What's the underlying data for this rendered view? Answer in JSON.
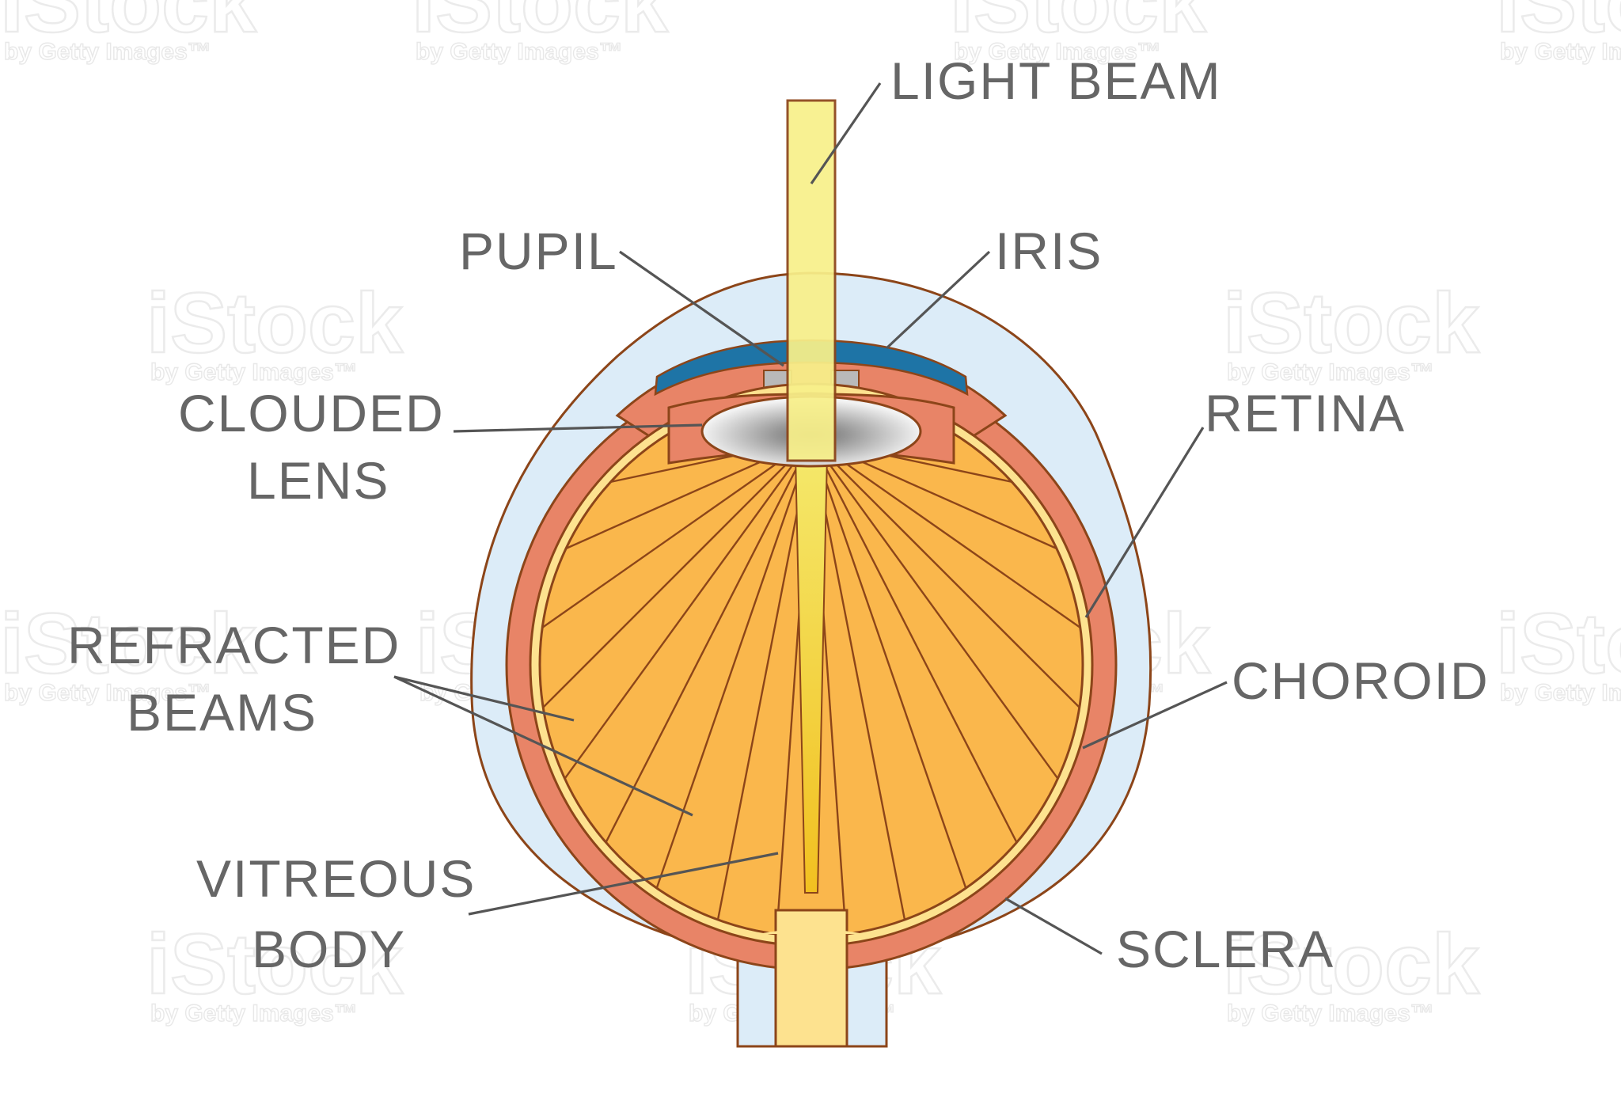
{
  "labels": {
    "light_beam": "LIGHT BEAM",
    "pupil": "PUPIL",
    "iris": "IRIS",
    "clouded": "CLOUDED",
    "lens": "LENS",
    "retina": "RETINA",
    "refracted": "REFRACTED",
    "beams": "BEAMS",
    "choroid": "CHOROID",
    "vitreous": "VITREOUS",
    "body": "BODY",
    "sclera": "SCLERA"
  },
  "watermark": {
    "logo": "iStock",
    "credit": "by Getty Images™"
  },
  "colors": {
    "outline": "#8c4519",
    "sclera": "#dcecf8",
    "choroid": "#e88467",
    "retina": "#fde28f",
    "vitreous": "#fab74c",
    "cornea_blue": "#1e74a6",
    "lens_gray": "#b9b9b9",
    "light_beam": "#f8f08a",
    "text": "#666666"
  }
}
